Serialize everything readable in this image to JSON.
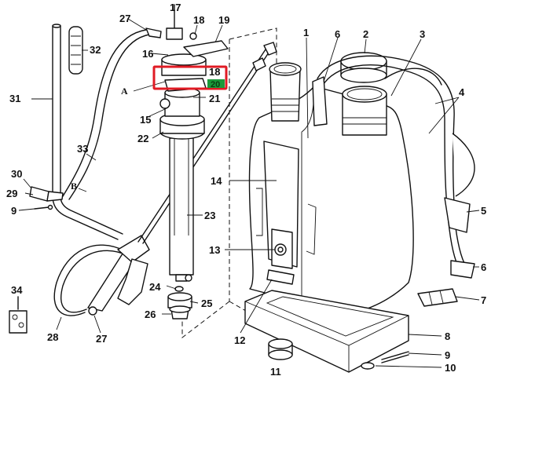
{
  "callouts": {
    "c1": "1",
    "c2": "2",
    "c3": "3",
    "c4": "4",
    "c5": "5",
    "c6a": "6",
    "c6b": "6",
    "c7": "7",
    "c8": "8",
    "c9a": "9",
    "c9b": "9",
    "c10": "10",
    "c11": "11",
    "c12": "12",
    "c13": "13",
    "c14": "14",
    "c15": "15",
    "c16": "16",
    "c17": "17",
    "c18a": "18",
    "c18b": "18",
    "c19": "19",
    "c20": "20",
    "c21": "21",
    "c22": "22",
    "c23": "23",
    "c24": "24",
    "c25": "25",
    "c26": "26",
    "c27a": "27",
    "c27b": "27",
    "c28": "28",
    "c29": "29",
    "c30": "30",
    "c31": "31",
    "c32": "32",
    "c33": "33",
    "c34": "34"
  },
  "letters": {
    "a": "A",
    "b": "B"
  },
  "highlight": {
    "color": "#e01b24",
    "tag_color": "#1a9a3a"
  }
}
